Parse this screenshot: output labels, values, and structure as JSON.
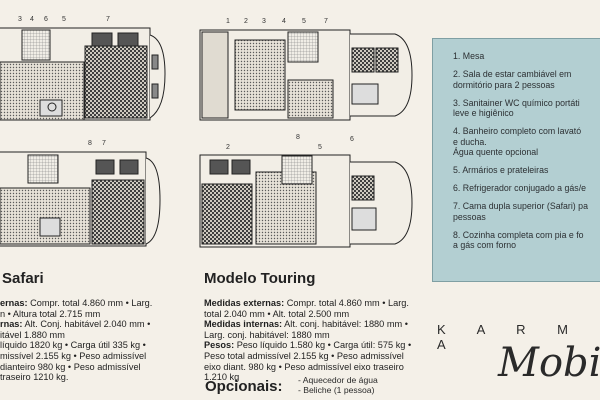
{
  "callouts_top_left": [
    "3",
    "4",
    "6",
    "5",
    "7"
  ],
  "callouts_top_left_low": [
    "8",
    "7"
  ],
  "callouts_top_right": [
    "1",
    "2",
    "3",
    "4",
    "5",
    "7"
  ],
  "callouts_top_right_low": [
    "8",
    "6"
  ],
  "callouts_bottom_right": [
    "2",
    "5"
  ],
  "safari": {
    "title": "Safari",
    "specs": [
      {
        "label": "ernas:",
        "text": " Compr. total 4.860 mm • Larg."
      },
      {
        "label": "",
        "text": "n • Altura total 2.715 mm"
      },
      {
        "label": "rnas:",
        "text": " Alt. Conj. habitável 2.040 mm •"
      },
      {
        "label": "",
        "text": "itável 1.880 mm"
      },
      {
        "label": "",
        "text": "líquido 1820 kg • Carga útil 335 kg •"
      },
      {
        "label": "",
        "text": "missível 2.155 kg • Peso admissível"
      },
      {
        "label": "",
        "text": "dianteiro 980 kg • Peso admissível"
      },
      {
        "label": "",
        "text": "traseiro 1210 kg."
      }
    ]
  },
  "touring": {
    "title": "Modelo Touring",
    "specs": [
      {
        "label": "Medidas externas:",
        "text": " Compr. total 4.860 mm • Larg."
      },
      {
        "label": "",
        "text": "total 2.040 mm • Alt. total 2.500 mm"
      },
      {
        "label": "Medidas internas:",
        "text": " Alt. conj. habitável: 1880 mm •"
      },
      {
        "label": "",
        "text": "Larg. conj. habitável: 1880 mm"
      },
      {
        "label": "Pesos:",
        "text": " Peso líquido 1.580 kg • Carga útil: 575 kg •"
      },
      {
        "label": "",
        "text": "Peso total admissível 2.155 kg • Peso admissível"
      },
      {
        "label": "",
        "text": "eixo diant. 980 kg • Peso admissível eixo traseiro"
      },
      {
        "label": "",
        "text": "1.210 kg"
      }
    ]
  },
  "optionals": {
    "title": "Opcionais:",
    "items": [
      "- Aquecedor de água",
      "- Beliche (1 pessoa)"
    ]
  },
  "legend": [
    {
      "n": "1.",
      "lines": [
        "Mesa"
      ]
    },
    {
      "n": "2.",
      "lines": [
        "Sala de estar cambiável em",
        "dormitório para 2 pessoas"
      ]
    },
    {
      "n": "3.",
      "lines": [
        "Sanitainer WC químico portáti",
        "leve e higiênico"
      ]
    },
    {
      "n": "4.",
      "lines": [
        "Banheiro completo com lavató",
        "e ducha.",
        "Água quente opcional"
      ]
    },
    {
      "n": "5.",
      "lines": [
        "Armários e prateleiras"
      ]
    },
    {
      "n": "6.",
      "lines": [
        "Refrigerador conjugado a gás/e"
      ]
    },
    {
      "n": "7.",
      "lines": [
        "Cama dupla superior (Safari) pa",
        "pessoas"
      ]
    },
    {
      "n": "8.",
      "lines": [
        "Cozinha completa com pia e fo",
        "a gás com forno"
      ]
    }
  ],
  "brand": {
    "row": "K A R M A",
    "script": "Mobil"
  },
  "colors": {
    "paper": "#f4f0e8",
    "legend_bg": "#b3cfd2",
    "ink": "#2a2a2a"
  }
}
